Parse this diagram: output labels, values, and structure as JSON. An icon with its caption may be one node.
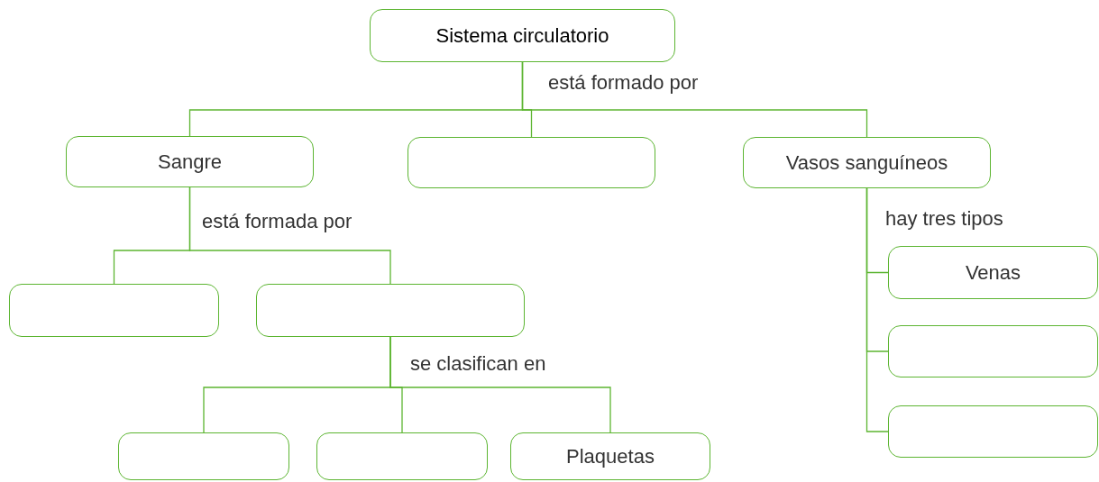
{
  "diagram": {
    "nodes": [
      {
        "text": [
          "Sistema circulatorio"
        ]
      },
      {
        "text": [
          "Sangre"
        ]
      },
      {
        "text": [],
        "shape": "box"
      },
      {
        "text": [
          "Vasos sanguíneos"
        ]
      },
      {
        "text": [],
        "shape": "box"
      },
      {
        "text": [],
        "shape": "box"
      },
      {
        "text": [],
        "shape": "box"
      },
      {
        "text": [],
        "shape": "box"
      },
      {
        "text": [
          "Plaquetas"
        ]
      },
      {
        "text": [
          "Venas"
        ]
      },
      {
        "text": [],
        "shape": "box"
      },
      {
        "text": [],
        "shape": "box"
      }
    ],
    "edges": [
      {
        "from": 0,
        "to": 1,
        "arrow": "none",
        "label": "está formado por"
      },
      {
        "from": 0,
        "to": 2,
        "arrow": "none"
      },
      {
        "from": 0,
        "to": 3,
        "arrow": "none"
      },
      {
        "from": 1,
        "to": 4,
        "arrow": "none",
        "label": "está formada por"
      },
      {
        "from": 1,
        "to": 5,
        "arrow": "none"
      },
      {
        "from": 5,
        "to": 6,
        "arrow": "none",
        "label": "se clasifican en"
      },
      {
        "from": 5,
        "to": 7,
        "arrow": "none"
      },
      {
        "from": 5,
        "to": 8,
        "arrow": "none"
      },
      {
        "from": 3,
        "to": 9,
        "arrow": "none",
        "label": "hay tres tipos"
      },
      {
        "from": 3,
        "to": 10,
        "arrow": "none"
      },
      {
        "from": 3,
        "to": 11,
        "arrow": "none"
      }
    ]
  }
}
